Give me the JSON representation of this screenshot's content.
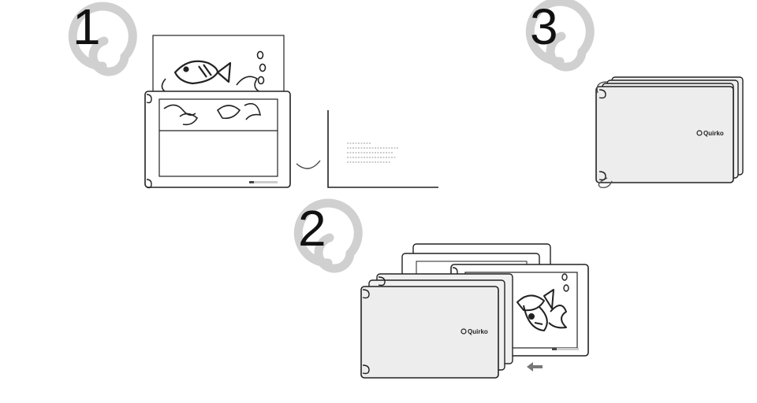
{
  "steps": [
    {
      "number": "1"
    },
    {
      "number": "2"
    },
    {
      "number": "3"
    }
  ],
  "brand_label": "Quirko",
  "colors": {
    "swirl": "#d0d0d0",
    "line": "#222222",
    "card": "#f0f0f0",
    "paper": "#ffffff"
  }
}
